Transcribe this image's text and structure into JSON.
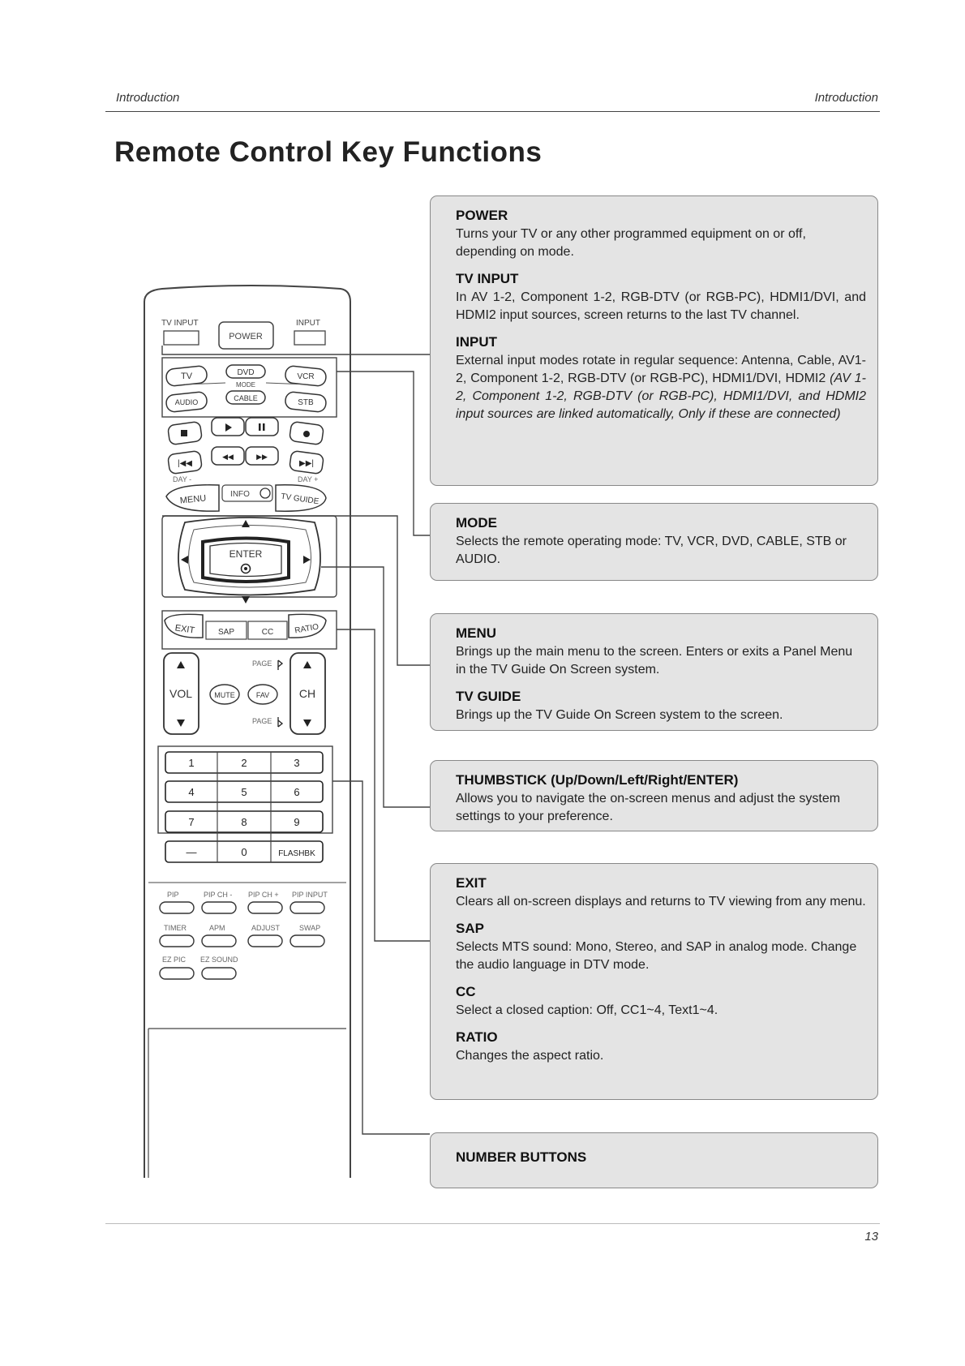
{
  "header": {
    "left": "Introduction",
    "right": "Introduction"
  },
  "title": "Remote Control Key Functions",
  "page_number": "13",
  "descriptions": {
    "power": {
      "heading": "POWER",
      "text": "Turns your TV or any other programmed equipment on or off, depending on mode."
    },
    "tv_input": {
      "heading": "TV INPUT",
      "text": "In AV 1-2, Component 1-2, RGB-DTV (or RGB-PC), HDMI1/DVI, and HDMI2 input sources, screen returns to the last TV channel."
    },
    "input": {
      "heading": "INPUT",
      "text": "External input modes rotate in regular sequence: Antenna, Cable, AV1-2, Component 1-2, RGB-DTV (or RGB-PC), HDMI1/DVI, HDMI2",
      "italic": "(AV 1-2, Component 1-2, RGB-DTV (or RGB-PC), HDMI1/DVI, and HDMI2 input sources are linked automatically, Only if these are connected)"
    },
    "mode": {
      "heading": "MODE",
      "text": "Selects the remote operating mode: TV, VCR, DVD, CABLE, STB or AUDIO."
    },
    "menu": {
      "heading": "MENU",
      "text": "Brings up the main menu to the screen. Enters or exits a Panel Menu in the TV Guide On Screen system."
    },
    "tv_guide": {
      "heading": "TV GUIDE",
      "text": "Brings up the TV Guide On Screen system to the screen."
    },
    "thumbstick": {
      "heading": "THUMBSTICK (Up/Down/Left/Right/ENTER)",
      "text": "Allows you to navigate the on-screen menus and adjust the system settings to your preference."
    },
    "exit": {
      "heading": "EXIT",
      "text": "Clears all on-screen displays and returns to TV viewing from any menu."
    },
    "sap": {
      "heading": "SAP",
      "text": "Selects MTS sound: Mono, Stereo, and SAP in analog mode. Change the audio language in DTV mode."
    },
    "cc": {
      "heading": "CC",
      "text": "Select a closed caption: Off, CC1~4, Text1~4."
    },
    "ratio": {
      "heading": "RATIO",
      "text": "Changes the aspect ratio."
    },
    "number_buttons": {
      "heading": "NUMBER BUTTONS"
    }
  },
  "remote": {
    "tv_input": "TV INPUT",
    "power": "POWER",
    "input": "INPUT",
    "tv": "TV",
    "dvd": "DVD",
    "vcr": "VCR",
    "mode": "MODE",
    "audio": "AUDIO",
    "cable": "CABLE",
    "stb": "STB",
    "day_minus": "DAY -",
    "day_plus": "DAY +",
    "menu": "MENU",
    "info": "INFO",
    "tv_guide": "TV GUIDE",
    "enter": "ENTER",
    "exit": "EXIT",
    "sap": "SAP",
    "cc": "CC",
    "ratio": "RATIO",
    "vol": "VOL",
    "ch": "CH",
    "mute": "MUTE",
    "fav": "FAV",
    "page": "PAGE",
    "numbers": [
      "1",
      "2",
      "3",
      "4",
      "5",
      "6",
      "7",
      "8",
      "9",
      "—",
      "0",
      "FLASHBK"
    ],
    "pip": "PIP",
    "pip_ch_minus": "PIP CH -",
    "pip_ch_plus": "PIP CH +",
    "pip_input": "PIP INPUT",
    "timer": "TIMER",
    "apm": "APM",
    "adjust": "ADJUST",
    "swap": "SWAP",
    "ez_pic": "EZ PIC",
    "ez_sound": "EZ SOUND"
  },
  "colors": {
    "box_bg": "#e4e4e4",
    "box_border": "#888888",
    "line": "#444444"
  }
}
